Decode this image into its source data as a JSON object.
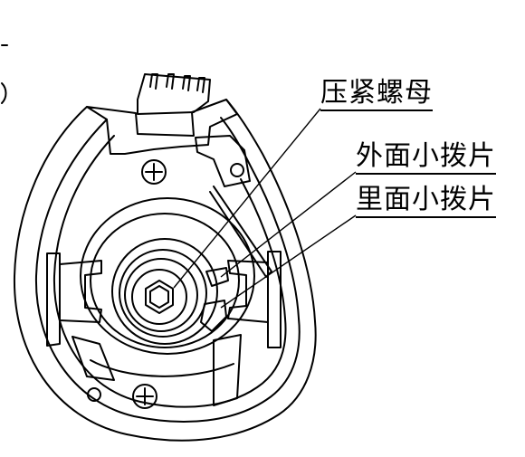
{
  "callouts": {
    "nut": "压紧螺母",
    "outer_plate": "外面小拨片",
    "inner_plate": "里面小拨片"
  },
  "colors": {
    "line": "#000000",
    "background": "#ffffff"
  }
}
